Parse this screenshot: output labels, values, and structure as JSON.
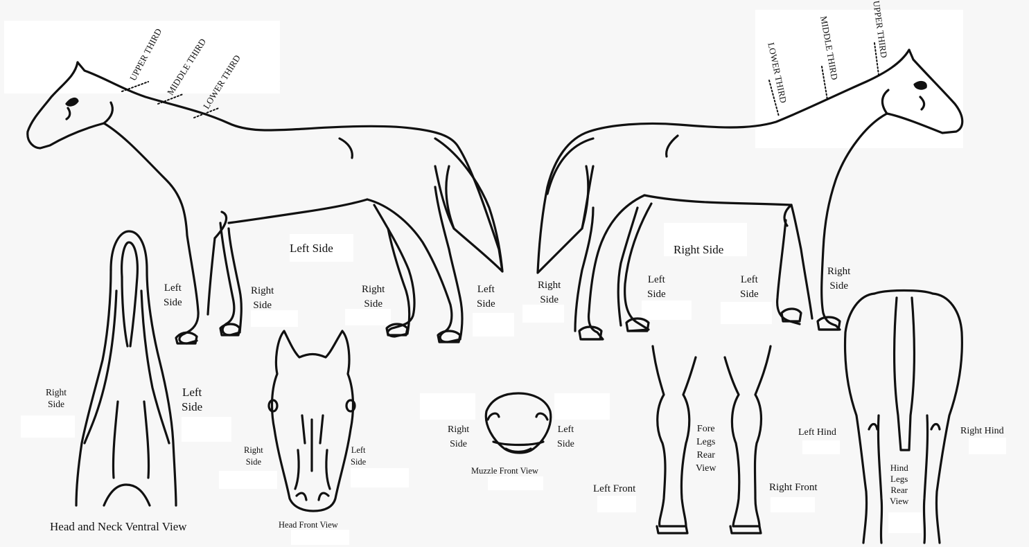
{
  "diagram": {
    "views": {
      "left_side": {
        "label": "Left Side"
      },
      "right_side": {
        "label": "Right Side"
      },
      "head_neck_ventral": {
        "label": "Head and Neck Ventral View"
      },
      "head_front": {
        "label": "Head Front View"
      },
      "muzzle_front": {
        "label": "Muzzle Front View"
      },
      "fore_legs_rear": {
        "label": [
          "Fore",
          "Legs",
          "Rear",
          "View"
        ]
      },
      "hind_legs_rear": {
        "label": [
          "Hind",
          "Legs",
          "Rear",
          "View"
        ]
      }
    },
    "neck_regions_left": [
      "UPPER THIRD",
      "MIDDLE THIRD",
      "LOWER THIRD"
    ],
    "neck_regions_right": [
      "LOWER THIRD",
      "MIDDLE THIRD",
      "UPPER THIRD"
    ],
    "leg_labels_left_horse": [
      [
        "Left",
        "Side"
      ],
      [
        "Right",
        "Side"
      ],
      [
        "Right",
        "Side"
      ],
      [
        "Left",
        "Side"
      ]
    ],
    "leg_labels_right_horse": [
      [
        "Right",
        "Side"
      ],
      [
        "Left",
        "Side"
      ],
      [
        "Left",
        "Side"
      ],
      [
        "Right",
        "Side"
      ]
    ],
    "ventral_labels": [
      [
        "Right",
        "Side"
      ],
      [
        "Left",
        "Side"
      ]
    ],
    "head_front_labels": [
      [
        "Right",
        "Side"
      ],
      [
        "Left",
        "Side"
      ]
    ],
    "muzzle_labels": [
      [
        "Right",
        "Side"
      ],
      [
        "Left",
        "Side"
      ]
    ],
    "fore_leg_labels": [
      "Left Front",
      "Right Front"
    ],
    "hind_leg_labels": [
      "Left Hind",
      "Right Hind"
    ],
    "colors": {
      "line": "#111111",
      "background": "#f7f7f7",
      "label_patch": "#ffffff"
    }
  }
}
